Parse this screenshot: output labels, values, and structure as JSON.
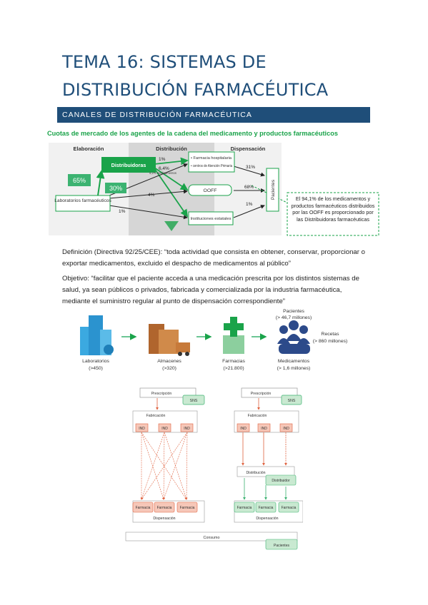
{
  "title": {
    "line1": "TEMA 16: SISTEMAS DE",
    "line2": "DISTRIBUCIÓN FARMACÉUTICA"
  },
  "section": {
    "heading": "CANALES DE DISTRIBUCIÓN FARMACÉUTICA"
  },
  "market_figure": {
    "title": "Cuotas de mercado de los agentes de la cadena del medicamento y productos farmacéuticos",
    "columns": [
      "Elaboración",
      "Distribución",
      "Dispensación"
    ],
    "labs": "Laboratorios farmacéuticos",
    "distribuidoras": "Distribuidoras",
    "farmacia_hosp": "• Farmacia hospitalaria",
    "centros": "• centros de Atención Primaria",
    "ooff": "OOFF",
    "instituciones": "Instituciones estatales",
    "pacientes": "Pacientes",
    "pct_65": "65%",
    "pct_30": "30%",
    "pct_1_top": "1%",
    "pct_64": "6,4%",
    "pct_64_note": "5,2% medicamentos",
    "pct_4": "4%",
    "pct_1_bottom": "1%",
    "pct_31": "31%",
    "pct_68": "68%",
    "pct_1_right": "1%",
    "callout": "El 94,1% de los medicamentos y productos farmacéuticos distribuidos por las OOFF es proporcionado por las Distribuidoras farmacéuticas",
    "colors": {
      "green": "#1aa34a",
      "light_green": "#3cb371",
      "arrow": "#222222"
    }
  },
  "definition": "Definición (Directiva 92/25/CEE): “toda actividad que consista en obtener, conservar, proporcionar o exportar medicamentos, excluido el despacho de medicamentos al público”",
  "objective": "Objetivo: “facilitar que el paciente acceda a una medicación prescrita por los distintos sistemas de salud, ya sean públicos o privados, fabricada y comercializada por la industria farmacéutica, mediante el suministro regular al punto de dispensación correspondiente”",
  "chain": {
    "labs_label": "Laboratorios",
    "labs_count": "(>450)",
    "almacenes_label": "Almacenes",
    "almacenes_count": "(>320)",
    "farmacias_label": "Farmacias",
    "farmacias_count": "(>21.800)",
    "pacientes_label": "Pacientes",
    "pacientes_count": "(> 46,7 millones)",
    "recetas_label": "Recetas",
    "recetas_count": "(> 860 millones)",
    "medicamentos_label": "Medicamentos",
    "medicamentos_count": "(> 1,6 millones)",
    "icons": [
      "buildings-icon",
      "warehouse-truck-icon",
      "pharmacy-cross-icon",
      "people-icon"
    ]
  },
  "flow": {
    "prescripcion": "Prescripción",
    "sns": "SNS",
    "fabricacion": "Fabricación",
    "ind": "IND",
    "farmacia": "Farmacia",
    "dispensacion": "Dispensación",
    "distribucion": "Distribución",
    "distribuidor": "Distribuidor",
    "consumo": "Consumo",
    "pacientes": "Pacientes"
  }
}
